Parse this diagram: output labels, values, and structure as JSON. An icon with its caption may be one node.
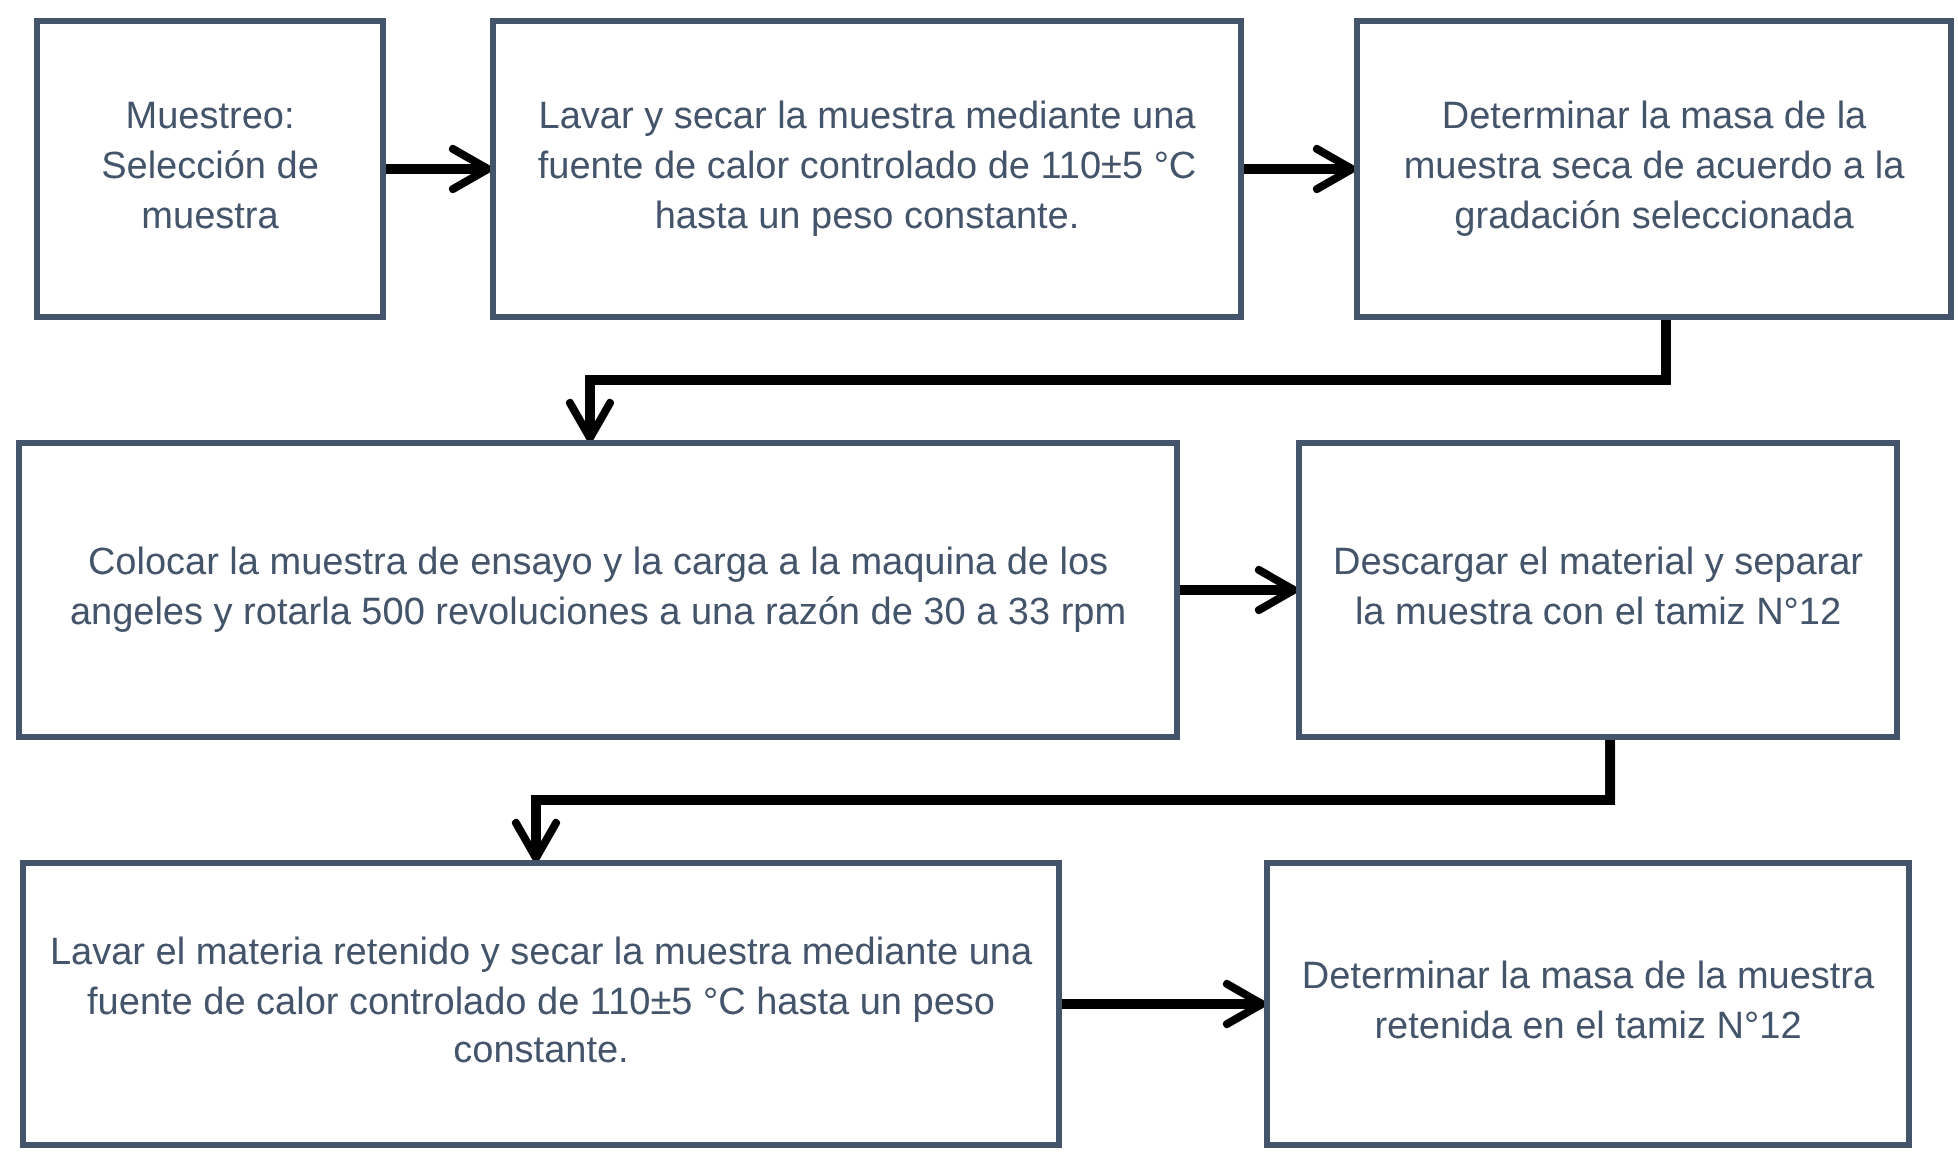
{
  "diagram": {
    "nodes": [
      {
        "text": [
          "Muestreo: Selección de muestra"
        ]
      },
      {
        "text": [
          "Lavar y secar la muestra mediante una fuente de calor controlado de 110±5 °C hasta un peso constante."
        ]
      },
      {
        "text": [
          "Determinar la masa de la muestra seca de acuerdo a la gradación seleccionada"
        ]
      },
      {
        "text": [
          "Colocar la muestra de ensayo y la carga a la maquina de los angeles y rotarla 500 revoluciones a una razón de 30 a 33 rpm"
        ]
      },
      {
        "text": [
          "Descargar el material y separar la muestra con el tamiz N°12"
        ]
      },
      {
        "text": [
          "Lavar el materia retenido y secar la muestra mediante una fuente de calor controlado de 110±5 °C hasta un peso constante."
        ]
      },
      {
        "text": [
          "Determinar la masa de la muestra retenida en el tamiz N°12"
        ]
      }
    ],
    "edges": [
      {
        "from": 0,
        "to": 1,
        "arrow": "to"
      },
      {
        "from": 1,
        "to": 2,
        "arrow": "to"
      },
      {
        "from": 2,
        "to": 3,
        "arrow": "to"
      },
      {
        "from": 3,
        "to": 4,
        "arrow": "to"
      },
      {
        "from": 4,
        "to": 5,
        "arrow": "to"
      },
      {
        "from": 5,
        "to": 6,
        "arrow": "to"
      }
    ]
  }
}
